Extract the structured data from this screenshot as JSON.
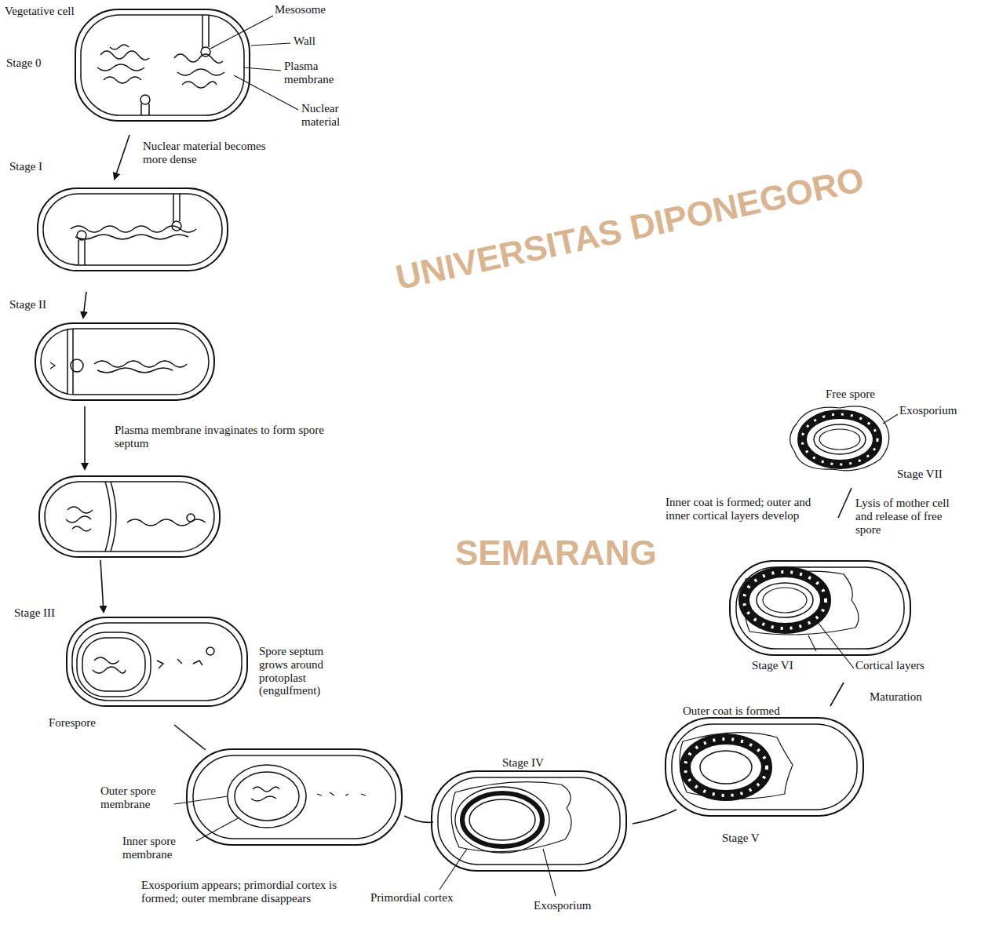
{
  "diagram": {
    "labels": [
      "Vegetative cell",
      "Mesosome",
      "Stage 0",
      "Wall",
      "Plasma membrane",
      "Nuclear material",
      "Nuclear material becomes more dense",
      "Stage I",
      "Stage II",
      "Plasma membrane invaginates to form spore septum",
      "Stage III",
      "Spore septum grows around protoplast (engulfment)",
      "Forespore",
      "Outer spore membrane",
      "Inner spore membrane",
      "Exosporium appears; primordial cortex is formed; outer membrane disappears",
      "Stage IV",
      "Primordial cortex",
      "Exosporium",
      "Stage V",
      "Outer coat is formed",
      "Maturation",
      "Stage VI",
      "Cortical layers",
      "Inner coat is formed; outer and inner cortical layers develop",
      "Lysis of mother cell and release of free spore",
      "Free spore",
      "Exosporium",
      "Stage VII",
      "UNIVERSITAS DIPONEGORO",
      "SEMARANG"
    ]
  }
}
